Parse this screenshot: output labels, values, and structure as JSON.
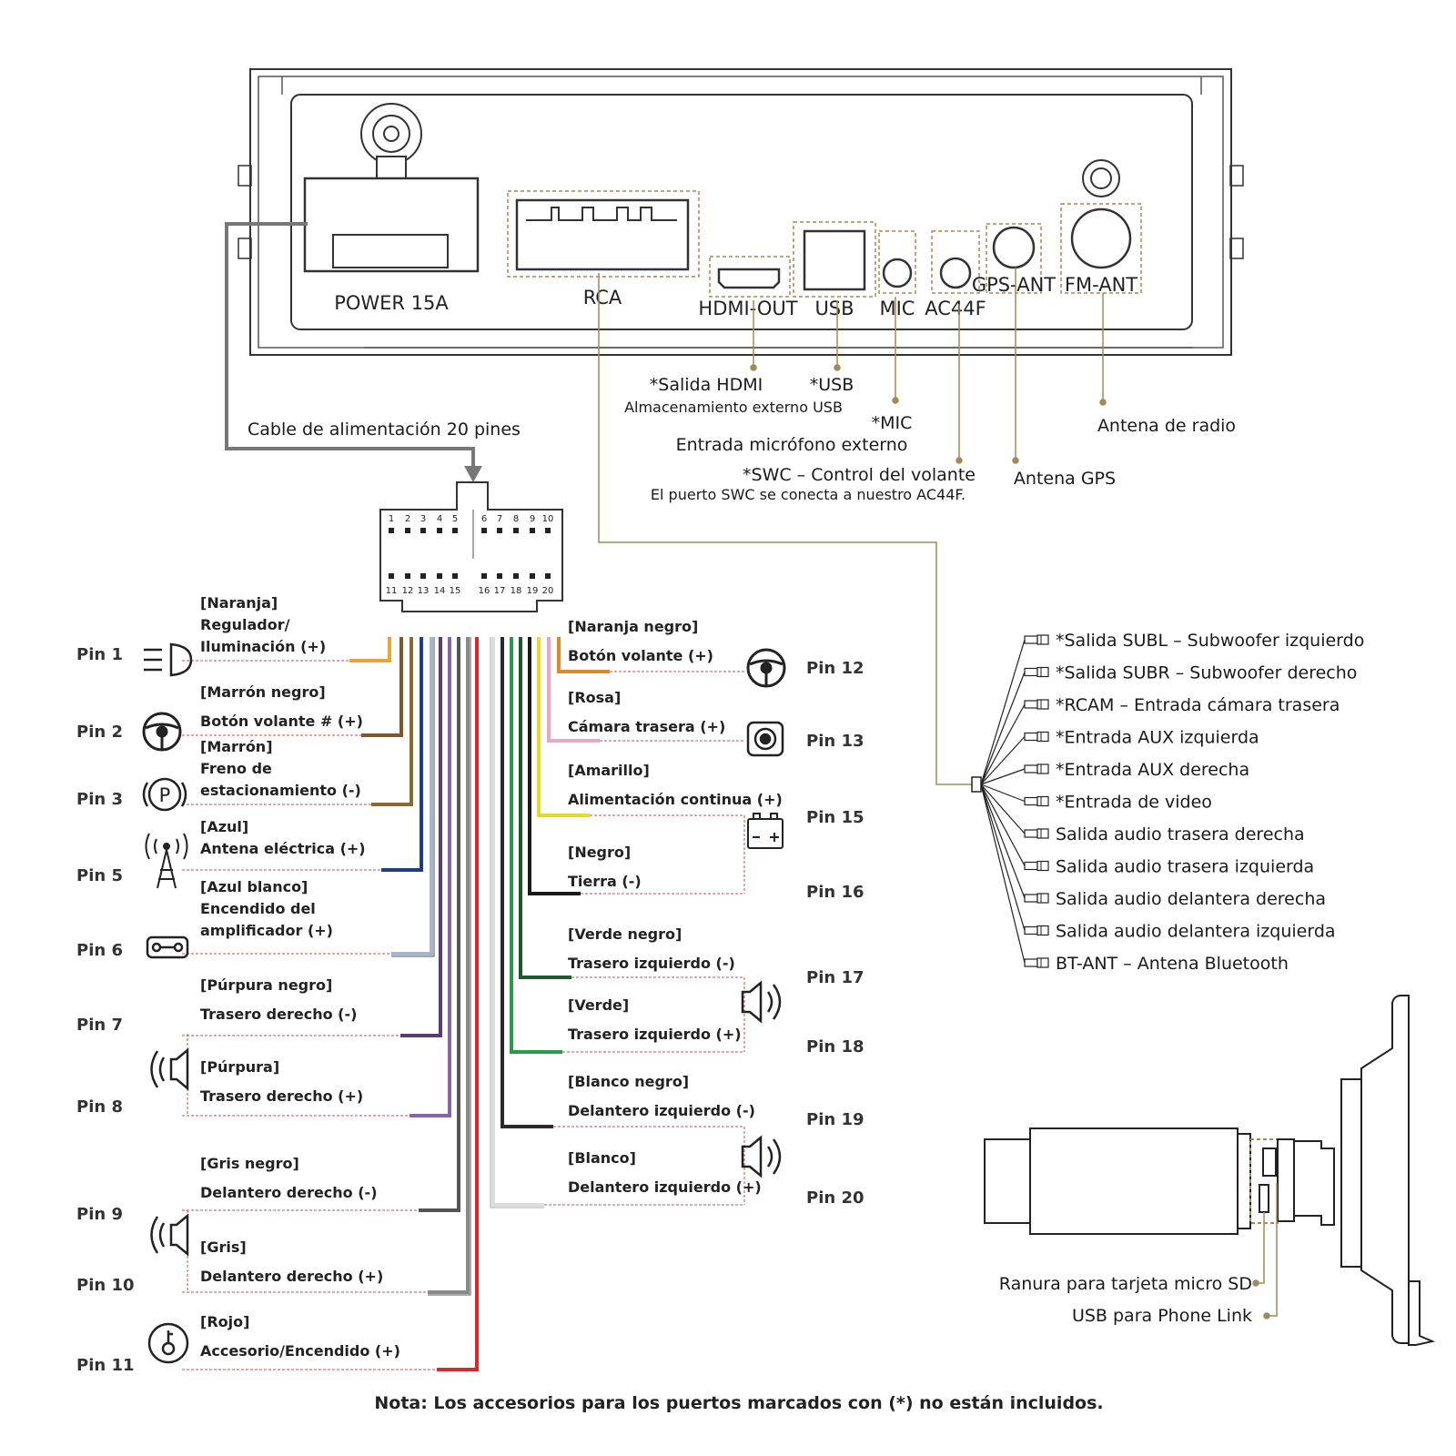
{
  "panel": {
    "power_label": "POWER 15A",
    "rca_label": "RCA",
    "hdmi_label": "HDMI-OUT",
    "usb_label": "USB",
    "mic_label": "MIC",
    "ac44f_label": "AC44F",
    "gps_label": "GPS-ANT",
    "fm_label": "FM-ANT"
  },
  "callouts": {
    "hdmi": "*Salida HDMI",
    "usb": "*USB",
    "usb_desc": "Almacenamiento externo USB",
    "mic": "*MIC",
    "mic_desc": "Entrada micrófono externo",
    "swc": "*SWC – Control del volante",
    "swc_desc": "El puerto SWC se conecta a nuestro AC44F.",
    "radio": "Antena de radio",
    "gps": "Antena GPS"
  },
  "power_cable_label": "Cable de alimentación 20 pines",
  "connector": {
    "top_row": [
      "1",
      "2",
      "3",
      "4",
      "5",
      "6",
      "7",
      "8",
      "9",
      "10"
    ],
    "bottom_row": [
      "11",
      "12",
      "13",
      "14",
      "15",
      "16",
      "17",
      "18",
      "19",
      "20"
    ]
  },
  "left_pins": [
    {
      "pin": "Pin 1",
      "lines": [
        "[Naranja]",
        "Regulador/",
        "Iluminación (+)"
      ],
      "wire_color": "#e8a33a",
      "icon": "headlight-icon"
    },
    {
      "pin": "Pin 2",
      "lines": [
        "[Marrón negro]",
        "Botón volante # (+)"
      ],
      "wire_color": "#7a5a2a",
      "icon": "steering-wheel-icon"
    },
    {
      "pin": "Pin 3",
      "lines": [
        "[Marrón]",
        "Freno de",
        "estacionamiento (-)"
      ],
      "wire_color": "#8b6a2e",
      "icon": "parking-brake-icon"
    },
    {
      "pin": "Pin 5",
      "lines": [
        "[Azul]",
        "Antena eléctrica (+)"
      ],
      "wire_color": "#1f3f7a",
      "icon": "antenna-icon"
    },
    {
      "pin": "Pin 6",
      "lines": [
        "[Azul blanco]",
        "Encendido del",
        "amplificador (+)"
      ],
      "wire_color": "#a7b6cc",
      "icon": "amplifier-icon"
    },
    {
      "pin": "Pin 7",
      "lines": [
        "[Púrpura negro]",
        "Trasero derecho (-)"
      ],
      "wire_color": "#5b3c6e",
      "icon": ""
    },
    {
      "pin": "Pin 8",
      "lines": [
        "[Púrpura]",
        "Trasero derecho (+)"
      ],
      "wire_color": "#8c62a8",
      "icon": "speaker-icon"
    },
    {
      "pin": "Pin 9",
      "lines": [
        "[Gris negro]",
        "Delantero derecho (-)"
      ],
      "wire_color": "#555555",
      "icon": ""
    },
    {
      "pin": "Pin 10",
      "lines": [
        "[Gris]",
        "Delantero derecho (+)"
      ],
      "wire_color": "#8a8a8a",
      "icon": "speaker-icon"
    },
    {
      "pin": "Pin 11",
      "lines": [
        "[Rojo]",
        "Accesorio/Encendido (+)"
      ],
      "wire_color": "#d42a2a",
      "icon": "ignition-key-icon"
    }
  ],
  "right_pins": [
    {
      "pin": "Pin 12",
      "lines": [
        "[Naranja negro]",
        "Botón volante (+)"
      ],
      "wire_color": "#d98a2a",
      "icon": "steering-wheel-icon"
    },
    {
      "pin": "Pin 13",
      "lines": [
        "[Rosa]",
        "Cámara trasera (+)"
      ],
      "wire_color": "#e6a9c3",
      "icon": "camera-icon"
    },
    {
      "pin": "Pin 15",
      "lines": [
        "[Amarillo]",
        "Alimentación continua (+)"
      ],
      "wire_color": "#e8d82a",
      "icon": "battery-icon"
    },
    {
      "pin": "Pin 16",
      "lines": [
        "[Negro]",
        "Tierra (-)"
      ],
      "wire_color": "#1a1a1a",
      "icon": ""
    },
    {
      "pin": "Pin 17",
      "lines": [
        "[Verde negro]",
        "Trasero izquierdo (-)"
      ],
      "wire_color": "#1e5a2e",
      "icon": "speaker-icon"
    },
    {
      "pin": "Pin 18",
      "lines": [
        "[Verde]",
        "Trasero izquierdo (+)"
      ],
      "wire_color": "#2a9a4a",
      "icon": ""
    },
    {
      "pin": "Pin 19",
      "lines": [
        "[Blanco negro]",
        "Delantero izquierdo (-)"
      ],
      "wire_color": "#2a2a2a",
      "icon": "speaker-icon"
    },
    {
      "pin": "Pin 20",
      "lines": [
        "[Blanco]",
        "Delantero izquierdo (+)"
      ],
      "wire_color": "#dddddd",
      "icon": ""
    }
  ],
  "rca_outputs": [
    "*Salida SUBL – Subwoofer izquierdo",
    "*Salida SUBR – Subwoofer derecho",
    "*RCAM – Entrada cámara trasera",
    "*Entrada AUX izquierda",
    "*Entrada AUX derecha",
    "*Entrada de video",
    "Salida audio trasera derecha",
    "Salida audio trasera izquierda",
    "Salida audio delantera derecha",
    "Salida audio delantera izquierda",
    "BT-ANT – Antena Bluetooth"
  ],
  "side_view": {
    "sd_label": "Ranura para tarjeta micro SD",
    "usb_label": "USB para Phone Link"
  },
  "note": "Nota: Los accesorios para los puertos marcados con (*) no están incluidos.",
  "colors": {
    "leader": "#a08a5a",
    "panel_stroke": "#333333",
    "power_cable": "#777777",
    "red_dotted": "#c05050"
  }
}
